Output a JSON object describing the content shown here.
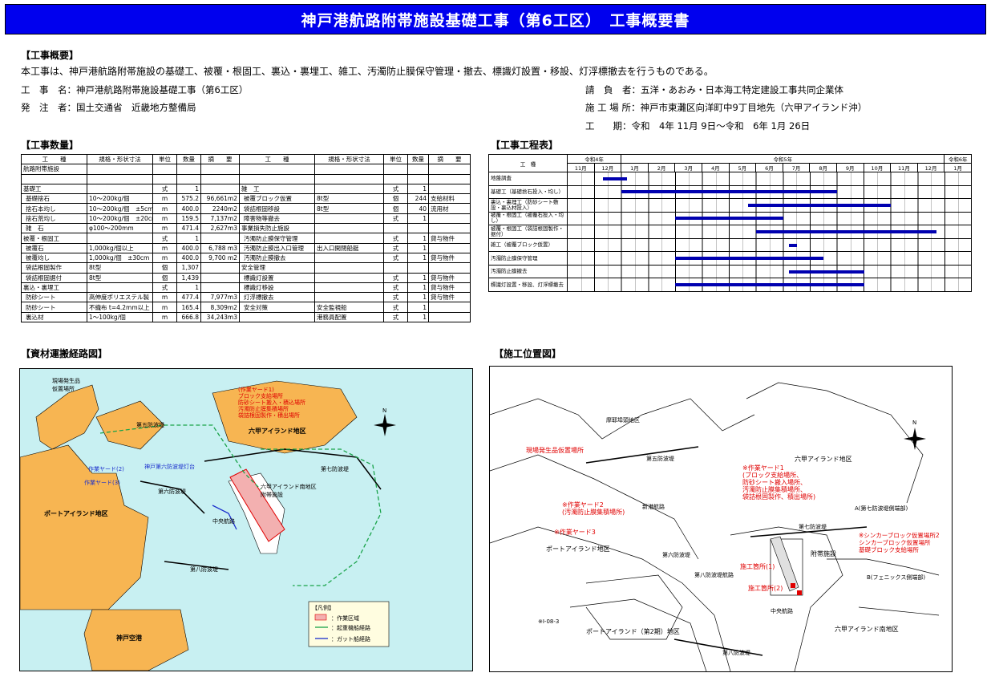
{
  "title": "神戸港航路附帯施設基礎工事（第6工区）　工事概要書",
  "overview": {
    "heading": "【工事概要】",
    "description": "本工事は、神戸港航路附帯施設の基礎工、被覆・根固工、裏込・裏埋工、雑工、汚濁防止膜保守管理・撤去、標識灯設置・移設、灯浮標撤去を行うものである。",
    "name_label": "工　事　名：",
    "name_value": "神戸港航路附帯施設基礎工事（第6工区）",
    "client_label": "発　注　者：",
    "client_value": "国土交通省　近畿地方整備局",
    "contractor_label": "請　負　者：",
    "contractor_value": "五洋・あおみ・日本海工特定建設工事共同企業体",
    "site_label": "施 工 場 所：",
    "site_value": "神戸市東灘区向洋町中9丁目地先（六甲アイランド沖）",
    "period_label": "工　　期：",
    "period_value": "令和　4年 11月 9日～令和　6年 1月 26日"
  },
  "quantities": {
    "heading": "【工事数量】",
    "headers": [
      "工　　種",
      "規格・形状寸法",
      "単位",
      "数量",
      "摘　　要",
      "工　　種",
      "規格・形状寸法",
      "単位",
      "数量",
      "摘　　要"
    ],
    "rows": [
      [
        "航路附帯施設",
        "",
        "",
        "",
        "",
        "",
        "",
        "",
        "",
        ""
      ],
      [
        "",
        "",
        "",
        "",
        "",
        "",
        "",
        "",
        "",
        ""
      ],
      [
        "基礎工",
        "",
        "式",
        "1",
        "",
        "雑　工",
        "",
        "式",
        "1",
        ""
      ],
      [
        "基礎捨石",
        "10～200kg/個",
        "m",
        "575.2",
        "96,661m2",
        "被覆ブロック仮置",
        "8t型",
        "個",
        "244",
        "支給材料"
      ],
      [
        "捨石本均し",
        "10～200kg/個　±5cm",
        "m",
        "400.0",
        "2240m2",
        "袋詰根固移設",
        "8t型",
        "個",
        "40",
        "流用材"
      ],
      [
        "捨石荒均し",
        "10～200kg/個　±20cm",
        "m",
        "159.5",
        "7,137m2",
        "障害物等撤去",
        "",
        "式",
        "1",
        ""
      ],
      [
        "雑　石",
        "φ100～200mm",
        "m",
        "471.4",
        "2,627m3",
        "事業損失防止施設",
        "",
        "",
        "",
        ""
      ],
      [
        "被覆・根固工",
        "",
        "式",
        "1",
        "",
        "汚濁防止膜保守管理",
        "",
        "式",
        "1",
        "貸与物件"
      ],
      [
        "被覆石",
        "1,000kg/個以上",
        "m",
        "400.0",
        "6,788 m3",
        "汚濁防止膜出入口管理",
        "出入口開閉船艇",
        "式",
        "1",
        ""
      ],
      [
        "被覆均し",
        "1,000kg/個　±30cm",
        "m",
        "400.0",
        "9,700 m2",
        "汚濁防止膜撤去",
        "",
        "式",
        "1",
        "貸与物件"
      ],
      [
        "袋詰根固製作",
        "8t型",
        "個",
        "1,307",
        "",
        "安全管理",
        "",
        "",
        "",
        ""
      ],
      [
        "袋詰根固据付",
        "8t型",
        "個",
        "1,439",
        "",
        "標識灯設置",
        "",
        "式",
        "1",
        "貸与物件"
      ],
      [
        "裏込・裏埋工",
        "",
        "式",
        "1",
        "",
        "標識灯移設",
        "",
        "式",
        "1",
        "貸与物件"
      ],
      [
        "防砂シート",
        "高伸度ポリエステル製",
        "m",
        "477.4",
        "7,977m3",
        "灯浮標撤去",
        "",
        "式",
        "1",
        "貸与物件"
      ],
      [
        "防砂シート",
        "不織布 t=4.2mm以上",
        "m",
        "165.4",
        "8,309m2",
        "安全対策",
        "安全監視船",
        "式",
        "1",
        ""
      ],
      [
        "裏込材",
        "1～100kg/個",
        "m",
        "666.8",
        "34,243m3",
        "",
        "港務員配置",
        "式",
        "1",
        ""
      ]
    ]
  },
  "schedule": {
    "heading": "【工事工程表】",
    "col_label": "工　種",
    "years": [
      "令和4年",
      "令和5年",
      "令和6年"
    ],
    "months": [
      "11月",
      "12月",
      "1月",
      "2月",
      "3月",
      "4月",
      "5月",
      "6月",
      "7月",
      "8月",
      "9月",
      "10月",
      "11月",
      "12月",
      "1月"
    ],
    "rows": [
      {
        "label": "地盤調査",
        "bars": [
          [
            1.3,
            2.2
          ]
        ]
      },
      {
        "label": "基礎工（基礎捨石投入・均し）",
        "bars": [
          [
            2.0,
            10.0
          ]
        ]
      },
      {
        "label": "裏込・裏埋工（防砂シート敷設・裏込材投入）",
        "bars": [
          [
            6.7,
            12.0
          ]
        ]
      },
      {
        "label": "被覆・根固工（被覆石投入・均し）",
        "bars": [
          [
            4.0,
            8.0
          ]
        ]
      },
      {
        "label": "被覆・根固工（袋詰根固製作・据付）",
        "bars": [
          [
            7.0,
            13.7
          ]
        ]
      },
      {
        "label": "雑工（被覆ブロック仮置）",
        "bars": [
          [
            8.2,
            8.5
          ]
        ]
      },
      {
        "label": "汚濁防止膜保守管理",
        "bars": [
          [
            4.0,
            9.5
          ]
        ]
      },
      {
        "label": "汚濁防止膜撤去",
        "bars": [
          [
            8.2,
            11.0
          ]
        ]
      },
      {
        "label": "標識灯設置・移設、灯浮標撤去",
        "bars": [
          [
            4.0,
            11.0
          ]
        ]
      }
    ]
  },
  "route_map": {
    "heading": "【資材運搬経路図】",
    "labels": {
      "temp_place": "現場発生品\n仮置場所",
      "yard1": "(作業ヤード1)\nブロック支給場所\n防砂シート搬入・積込場所\n汚濁防止膜集積場所\n袋詰根固製作・積出場所",
      "rokko": "六甲アイランド地区",
      "port_island": "ポートアイランド地区",
      "airport": "神戸空港",
      "yard2": "作業ヤード(2)",
      "yard3": "作業ヤード(3)",
      "lighthouse": "神戸第六防波堤灯台",
      "dai5": "第五防波堤",
      "dai7": "第七防波堤",
      "dai6": "第六防波堤",
      "dai8": "第八防波堤",
      "chuo": "中央航路",
      "site": "六甲アイランド南地区\n附帯施設",
      "north": "N",
      "legend_title": "【凡例】",
      "legend_area": "：作業区域",
      "legend_route": "：起重機船経路",
      "legend_gut": "：ガット船経路"
    }
  },
  "location_map": {
    "heading": "【施工位置図】",
    "labels": {
      "temp_place": "現場発生品仮置場所",
      "pier": "摩耶埠頭地区",
      "dai5": "第五防波堤",
      "rokko": "六甲アイランド地区",
      "yard1": "※作業ヤード1\n(ブロック支給場所、\n防砂シート搬入場所、\n汚濁防止膜集積場所、\n袋詰根固製作、積出場所)",
      "yard2": "※作業ヤード2\n(汚濁防止膜集積場所)",
      "yard3": "※作業ヤード3",
      "port_island": "ポートアイランド地区",
      "shinko": "新港航路",
      "dai7": "第七防波堤",
      "a_point": "A(第七防波堤側端部)",
      "sinker": "※シンカーブロック仮置場所2\nシンカーブロック仮置場所\n基礎ブロック支給場所",
      "futai": "附帯施設",
      "site1": "施工箇所(1)",
      "site2": "施工箇所(2)",
      "b_point": "B(フェニックス側端部)",
      "dai6": "第六防波堤",
      "dai8_route": "第八防波堤航路",
      "port2": "ポートアイランド（第2期）地区",
      "dai8": "第八防波堤",
      "chuo": "中央航路",
      "rokko_south": "六甲アイランド南地区",
      "north": "N",
      "note": "※I-08-3"
    }
  },
  "colors": {
    "title_bg": "#0000ee",
    "land": "#f7b552",
    "sea": "#c8f0f2",
    "red": "#e00000",
    "route_green": "#1aa34a",
    "route_blue": "#1b2fcc",
    "bar": "#0000b0"
  }
}
